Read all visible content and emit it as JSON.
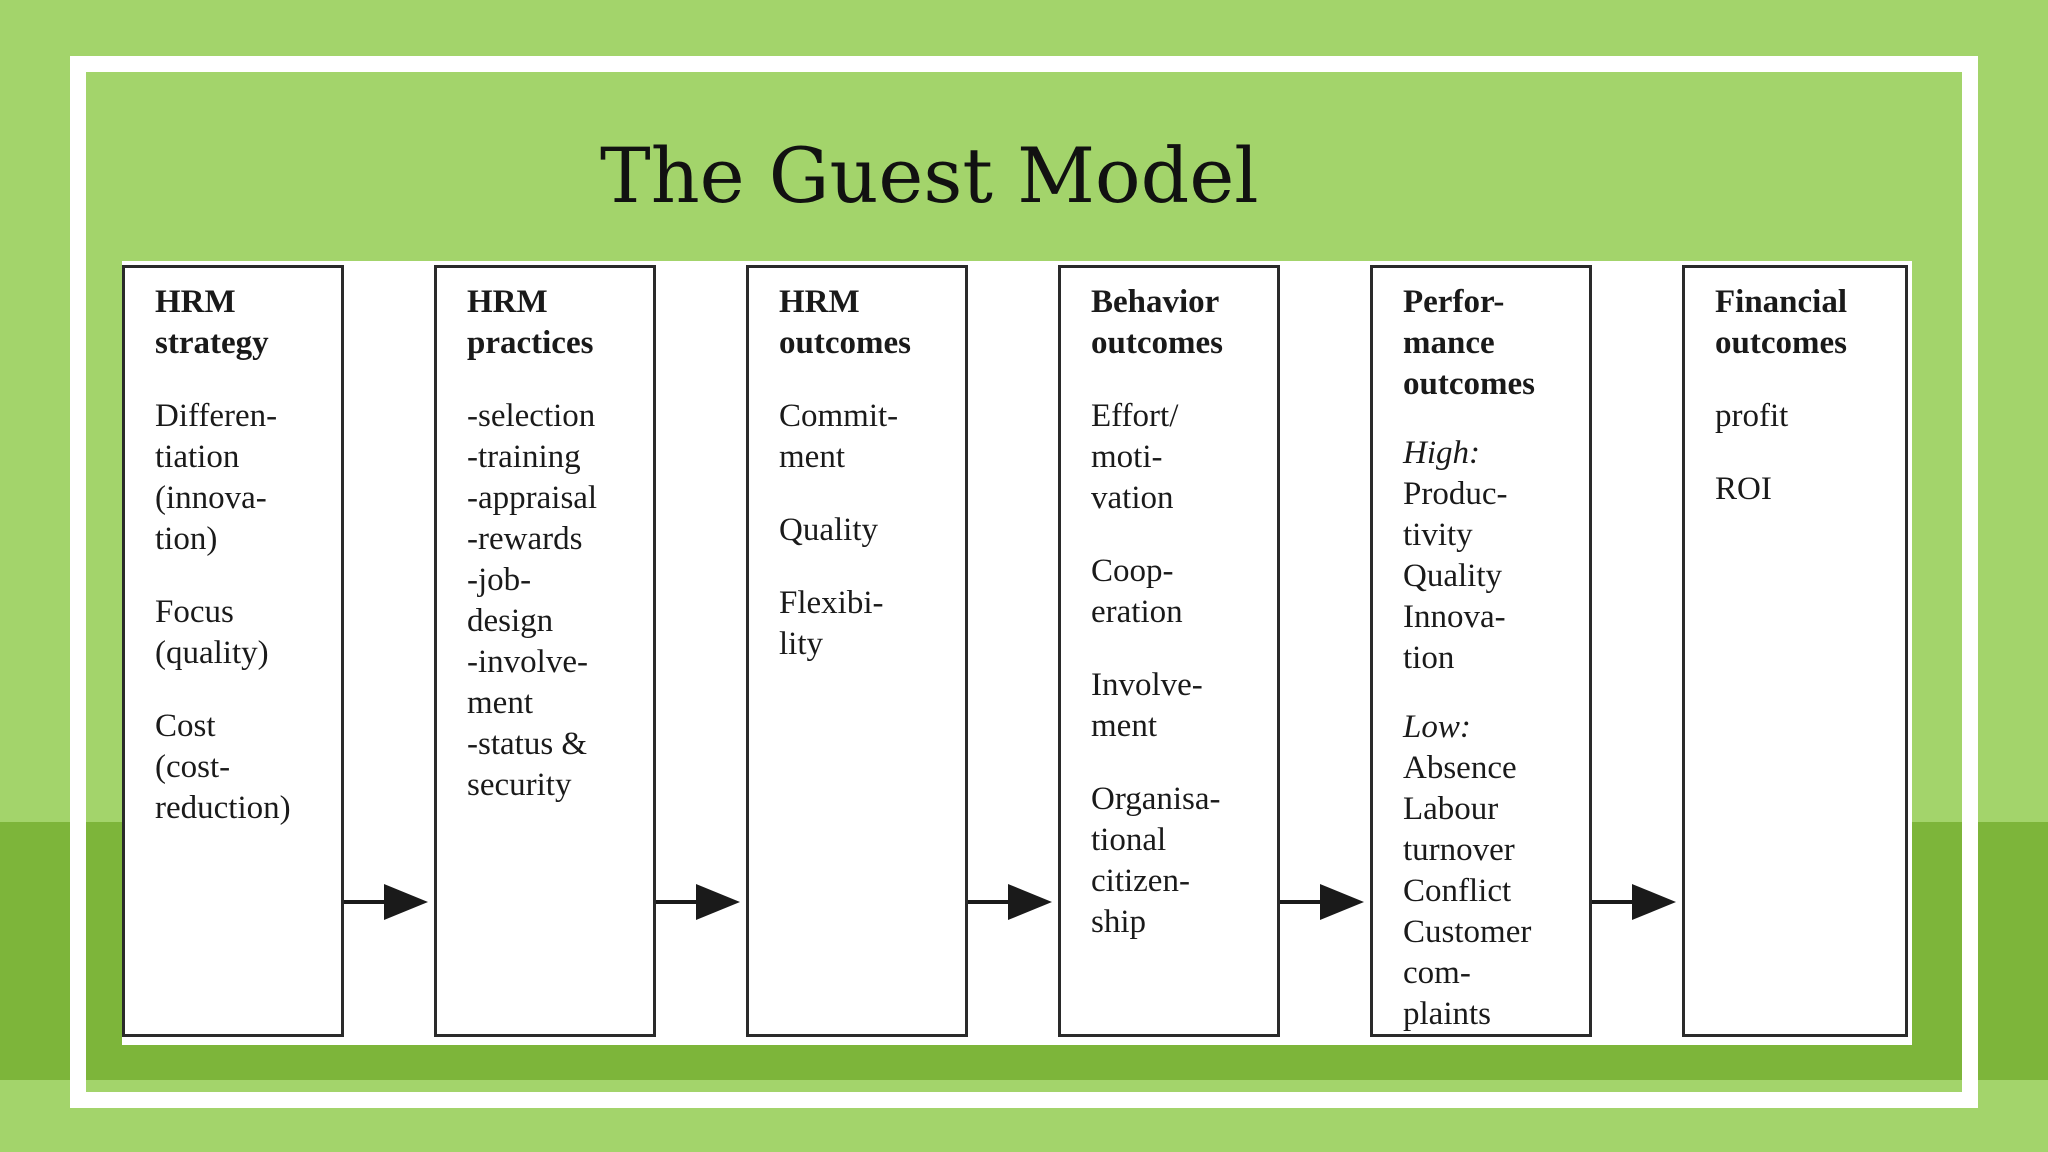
{
  "slide": {
    "title": "The Guest Model"
  },
  "boxes": [
    {
      "title_lines": [
        "HRM",
        "strategy"
      ],
      "items": [
        [
          "Differen-",
          "tiation",
          "(innova-",
          "tion)"
        ],
        [
          "Focus",
          "(quality)"
        ],
        [
          "Cost",
          "(cost-",
          "reduction)"
        ]
      ]
    },
    {
      "title_lines": [
        "HRM",
        "practices"
      ],
      "lines": [
        "-selection",
        "-training",
        "-appraisal",
        "-rewards",
        "-job-",
        "design",
        "-involve-",
        "ment",
        "-status &",
        "security"
      ]
    },
    {
      "title_lines": [
        "HRM",
        "outcomes"
      ],
      "items": [
        [
          "Commit-",
          "ment"
        ],
        [
          "Quality"
        ],
        [
          "Flexibi-",
          "lity"
        ]
      ]
    },
    {
      "title_lines": [
        "Behavior",
        "outcomes"
      ],
      "items": [
        [
          "Effort/",
          "moti-",
          "vation"
        ],
        [
          "Coop-",
          "eration"
        ],
        [
          "Involve-",
          "ment"
        ],
        [
          "Organisa-",
          "tional",
          "citizen-",
          "ship"
        ]
      ]
    },
    {
      "title_lines": [
        "Perfor-",
        "mance",
        "outcomes"
      ],
      "high_label": "High:",
      "high_lines": [
        "Produc-",
        "tivity",
        "Quality",
        "Innova-",
        "tion"
      ],
      "low_label": "Low:",
      "low_lines": [
        "Absence",
        "Labour",
        "turnover",
        "Conflict",
        "Customer",
        "com-",
        "plaints"
      ]
    },
    {
      "title_lines": [
        "Financial",
        "outcomes"
      ],
      "items": [
        [
          "profit"
        ],
        [
          "ROI"
        ]
      ]
    }
  ],
  "colors": {
    "background": "#a3d46b",
    "band": "#7db53a",
    "frame": "#ffffff",
    "ink": "#1a1a1a"
  }
}
